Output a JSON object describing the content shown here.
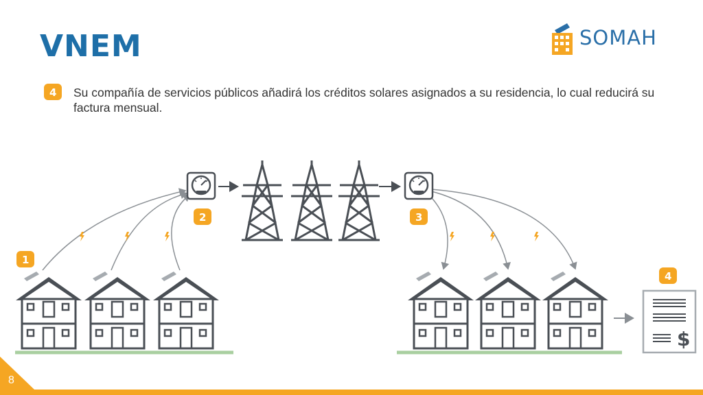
{
  "slide": {
    "title": "VNEM",
    "page_number": "8",
    "step_text": "Su compañía de servicios públicos añadirá los créditos solares asignados a su residencia, lo cual reducirá su factura mensual."
  },
  "logo": {
    "text": "SOMAH"
  },
  "badges": {
    "b1": "1",
    "b2": "2",
    "b3": "3",
    "b4_header": "4",
    "b4_bill": "4"
  },
  "colors": {
    "title": "#1e6fa8",
    "accent": "#f5a623",
    "line": "#4a4f55",
    "grass": "#a9cfa0"
  }
}
